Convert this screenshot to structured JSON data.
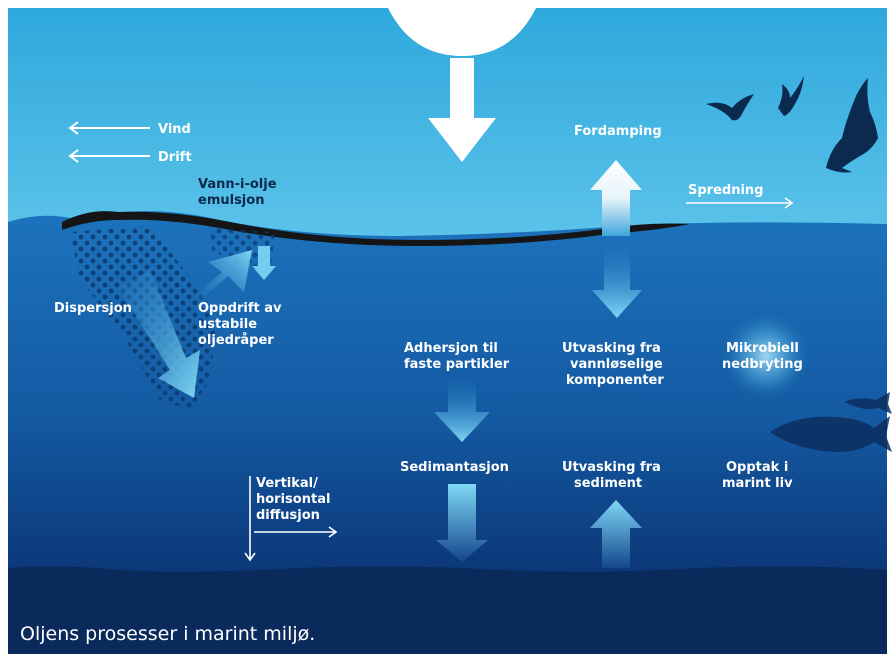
{
  "diagram": {
    "labels": {
      "vind": "Vind",
      "drift": "Drift",
      "emulsion_line1": "Vann-i-olje",
      "emulsion_line2": "emulsjon",
      "fordamping": "Fordamping",
      "spredning": "Spredning",
      "dispersjon": "Dispersjon",
      "oppdrift_line1": "Oppdrift av",
      "oppdrift_line2": "ustabile",
      "oppdrift_line3": "oljedråper",
      "adhesion_line1": "Adhersjon til",
      "adhesion_line2": "faste partikler",
      "utvasking_vann_line1": "Utvasking fra",
      "utvasking_vann_line2": "vannløselige",
      "utvasking_vann_line3": "komponenter",
      "mikrobiell_line1": "Mikrobiell",
      "mikrobiell_line2": "nedbryting",
      "sedimentasjon": "Sedimantasjon",
      "utvasking_sediment_line1": "Utvasking fra",
      "utvasking_sediment_line2": "sediment",
      "opptak_line1": "Opptak i",
      "opptak_line2": "marint liv",
      "diffusjon_line1": "Vertikal/",
      "diffusjon_line2": "horisontal",
      "diffusjon_line3": "diffusjon"
    },
    "caption": "Oljens prosesser i marint miljø.",
    "icons": {
      "sun": "sun-icon",
      "birds": "seabird-icon",
      "fish": "fish-icon"
    },
    "colors": {
      "sky": "#3fb3e3",
      "sea_top": "#1a6fb8",
      "sea_deep": "#0b3677",
      "seabed": "#0a2a5c",
      "oil": "#1a1a1a",
      "arrow_light": "#8fdcf5",
      "label": "#ffffff"
    }
  }
}
